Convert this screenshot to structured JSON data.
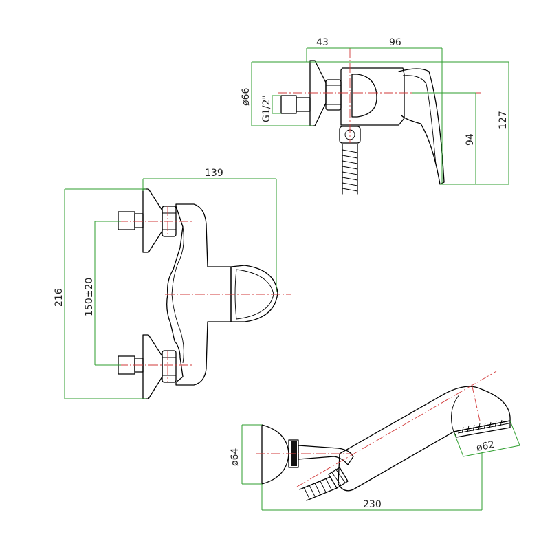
{
  "colors": {
    "dimension_line": "#2e9e2e",
    "axis_line": "#d23a3a",
    "outline": "#000000"
  },
  "top_view": {
    "dim_width_left": "43",
    "dim_width_right": "96",
    "dim_diameter_flange": "ø66",
    "dim_thread": "G1/2\"",
    "dim_height_inner": "94",
    "dim_height_total": "127"
  },
  "front_view": {
    "dim_width": "139",
    "dim_height": "216",
    "dim_centers": "150±20"
  },
  "shower_view": {
    "dim_handle_diameter": "ø64",
    "dim_head_diameter": "ø62",
    "dim_length": "230"
  }
}
